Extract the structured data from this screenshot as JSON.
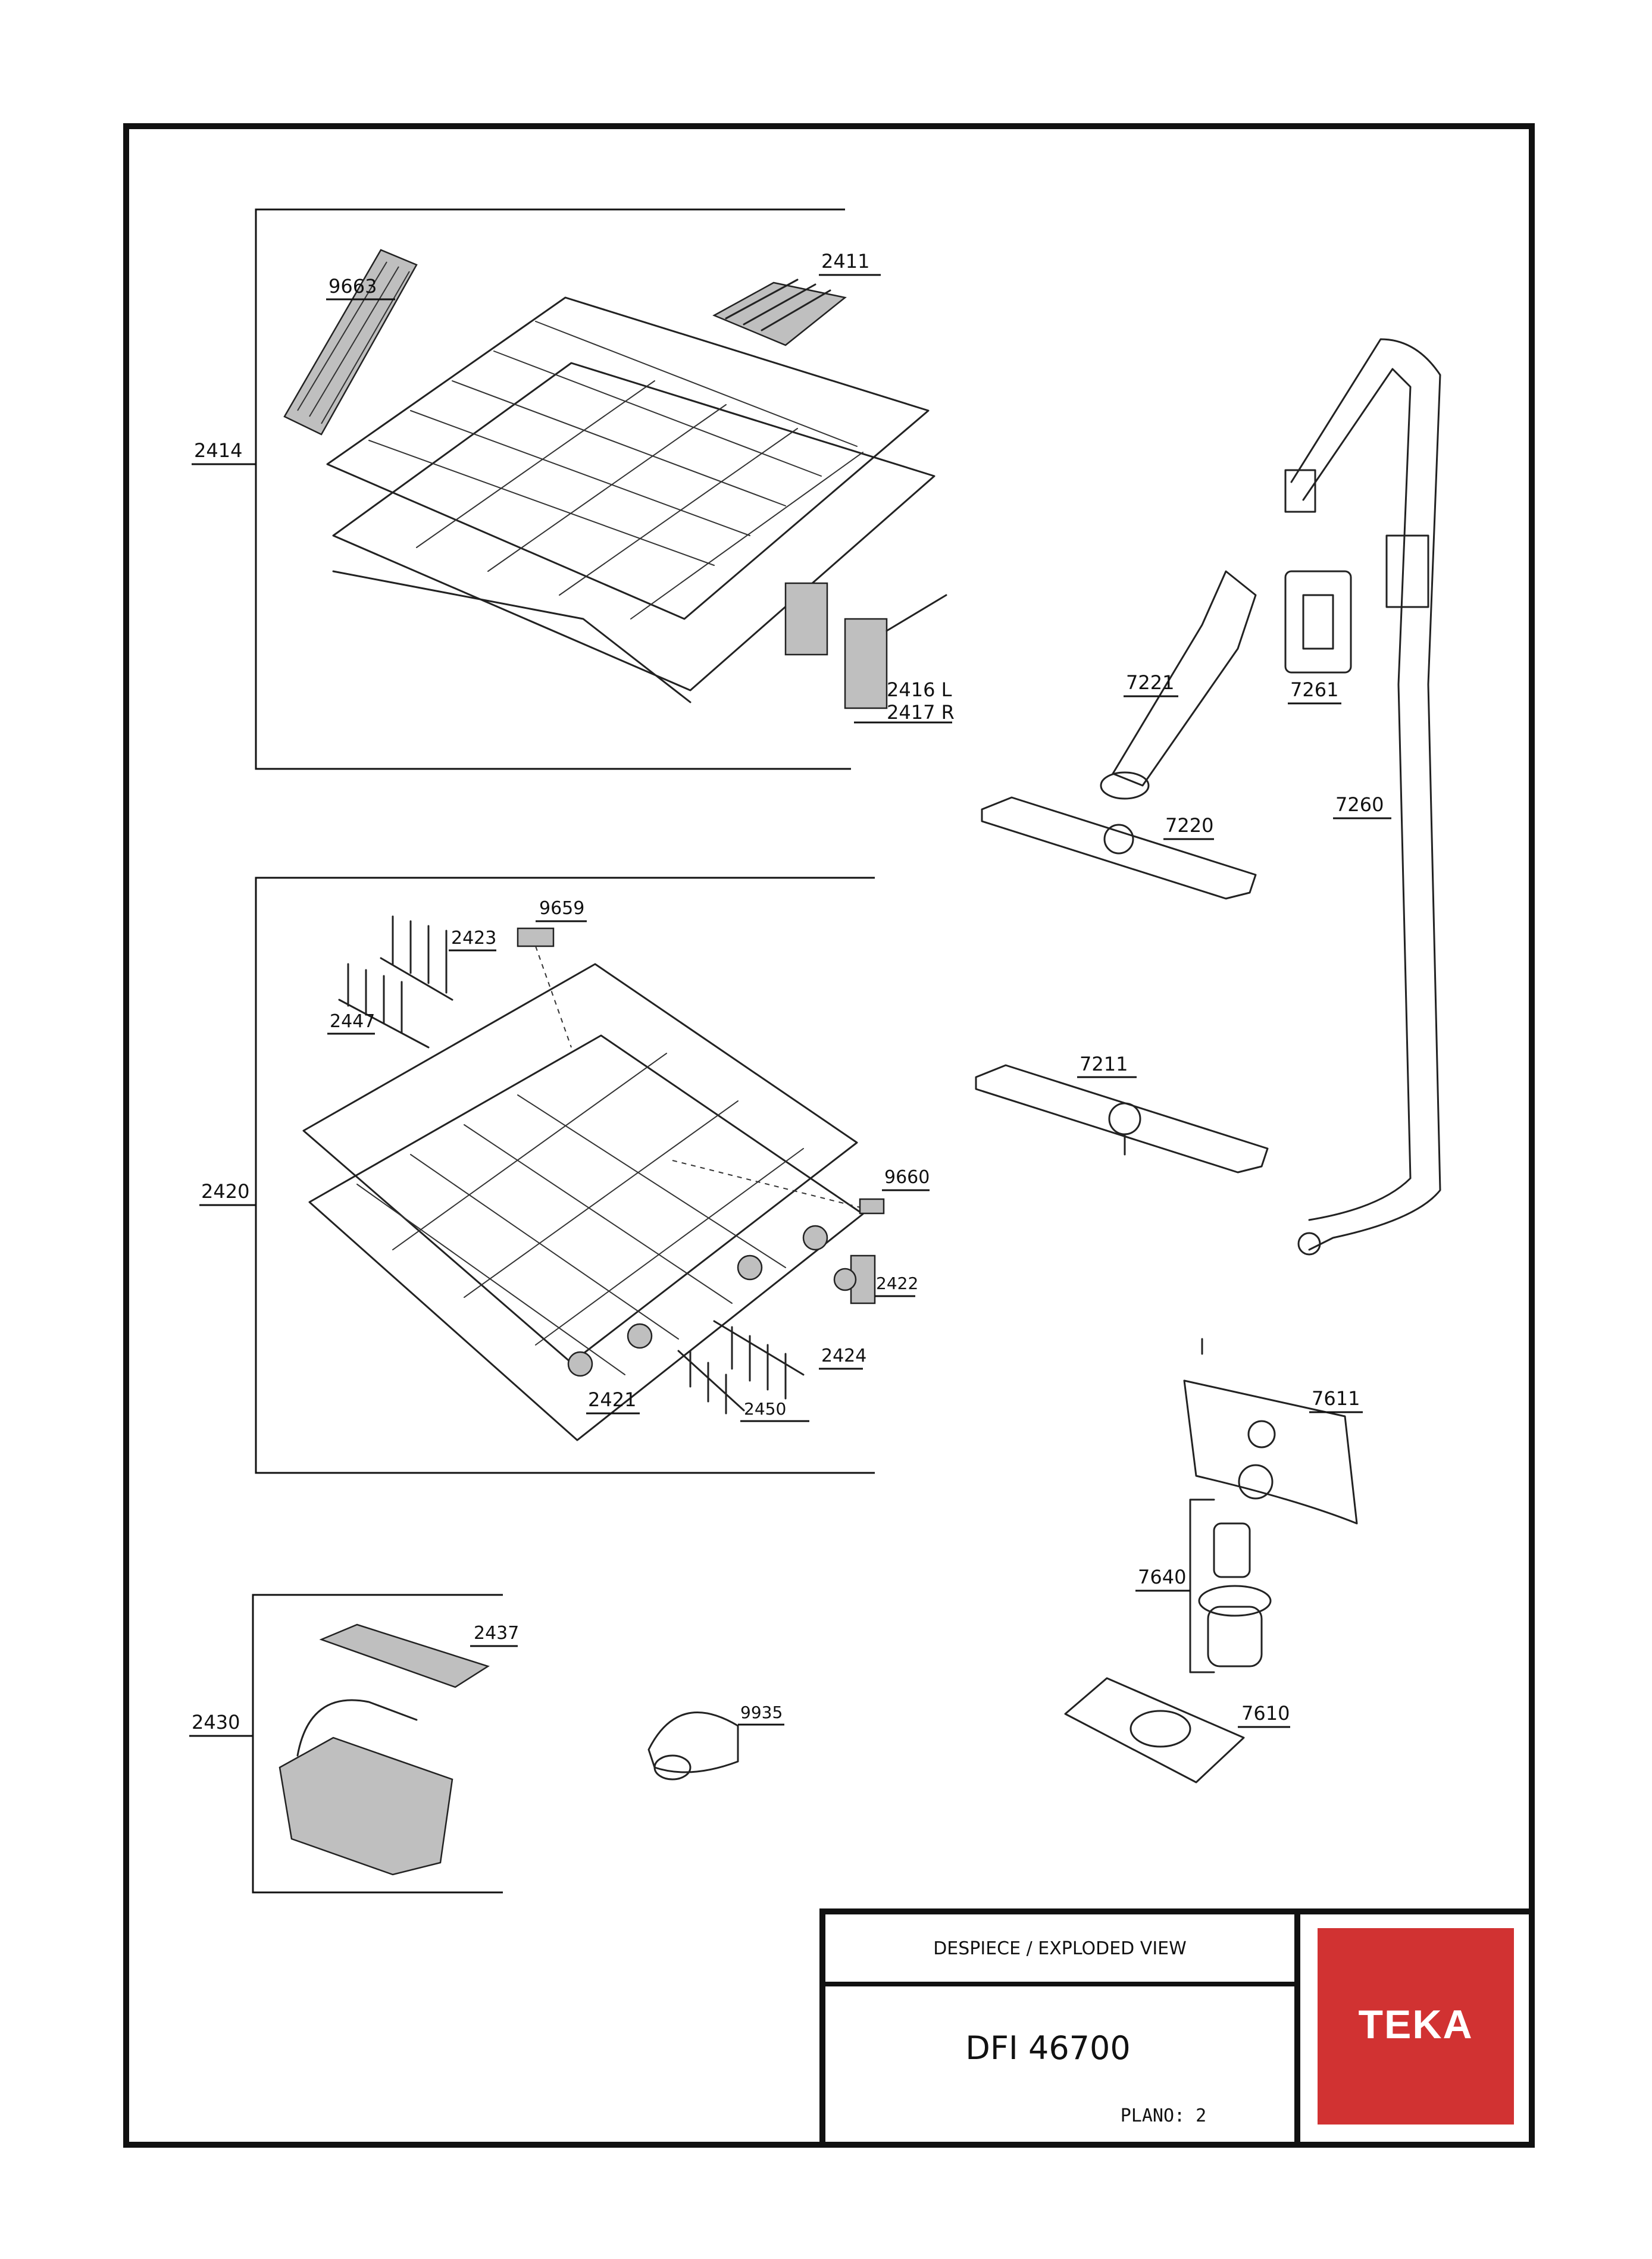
{
  "title_block": {
    "header": "DESPIECE / EXPLODED VIEW",
    "model": "DFI 46700",
    "sheet": "PLANO: 2",
    "brand": "TEKA",
    "brand_color": "#d13232"
  },
  "groups": {
    "upper_basket": "2414",
    "lower_basket": "2420",
    "cutlery_basket": "2430"
  },
  "parts": {
    "p9663": "9663",
    "p2411": "2411",
    "p2416": "2416 L",
    "p2417": "2417 R",
    "p9659": "9659",
    "p2423": "2423",
    "p2447": "2447",
    "p9660": "9660",
    "p2422": "2422",
    "p2424": "2424",
    "p2421": "2421",
    "p2450": "2450",
    "p2437": "2437",
    "p9935": "9935",
    "p7221": "7221",
    "p7261": "7261",
    "p7260": "7260",
    "p7220": "7220",
    "p7211": "7211",
    "p7611": "7611",
    "p7640": "7640",
    "p7610": "7610"
  }
}
